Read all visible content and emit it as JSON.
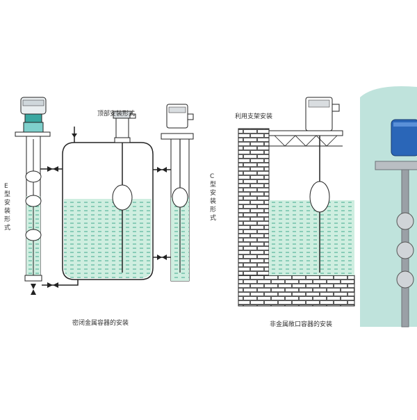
{
  "labels": {
    "top_mount": "顶部安装形式",
    "e_mount": "E型安装形式",
    "c_mount": "C型安装形式",
    "bracket_mount": "利用支架安装",
    "sealed_metal": "密闭金属容器的安装",
    "nonmetal_open": "非金属敞口容器的安装"
  },
  "colors": {
    "liquid": "#cfeee0",
    "liquid_stroke": "#1f9a7a",
    "line": "#222222",
    "housing_teal": "#3aa7a0",
    "housing_blue": "#2a66b8",
    "photo_bg": "#bfe3dc",
    "steel": "#9aa0a6"
  }
}
